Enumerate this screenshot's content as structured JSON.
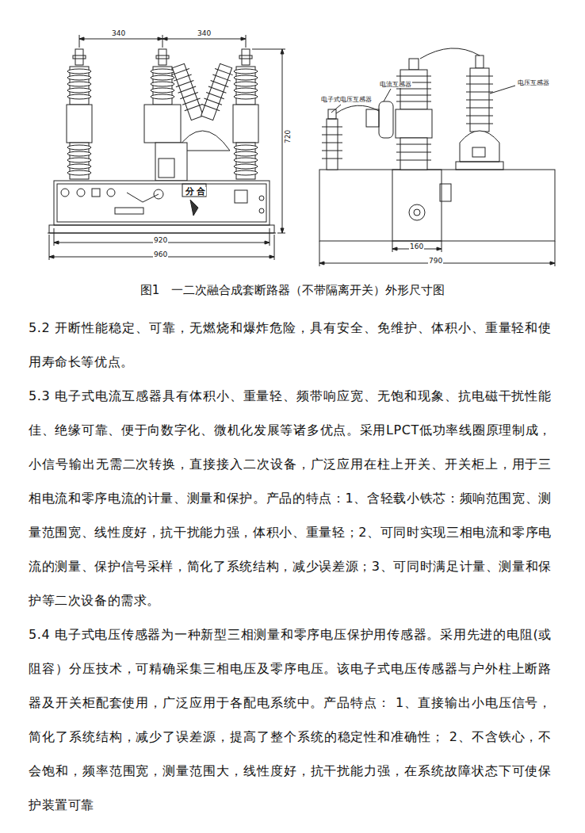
{
  "diagram": {
    "caption": "图1　一二次融合成套断路器（不带隔离开关）外形尺寸图",
    "labels": [
      "340",
      "340",
      "720",
      "920",
      "960",
      "分",
      "合",
      "电流互感器",
      "电子式电压互感器",
      "电压互感器",
      "160",
      "790",
      "5.2 开断性能稳定、可靠，无燃烧和爆炸危险，具有安全、免维护、体积小、重量轻和使用寿命长等优点。",
      "5.3 电子式电流互感器具有体积小、重量轻、频带响应宽、无饱和现象、抗电磁干扰性能佳、绝缘可靠、便于向数字化、微机化发展等诸多优点。采用LPCT低功率线圈原理制成，小信号输出无需二次转换，直接接入二次设备，广泛应用在柱上开关、开关柜上，用于三相电流和零序电流的计量、测量和保护。产品的特点：1、含轻载小铁芯：频响范围宽、测量范围宽、线性度好，抗干扰能力强，体积小、重量轻；2、可同时实现三相电流和零序电流的测量、保护信号采样，简化了系统结构，减少误差源；3、可同时满足计量、测量和保护等二次设备的需求。",
      "5.4 电子式电压传感器为一种新型三相测量和零序电压保护用传感器。采用先进的电阻(或阻容）分压技术，可精确采集三相电压及零序电压。该电子式电压传感器与户外柱上断路器及开关柜配套使用，广泛应用于各配电系统中。产品特点： 1、直接输出小电压信号，简化了系统结构，减少了误差源，提高了整个系统的稳定性和准确性； 2、不含铁心，不会饱和，频率范围宽，测量范围大，线性度好，抗干扰能力强，在系统故障状态下可使保护装置可靠"
    ]
  }
}
